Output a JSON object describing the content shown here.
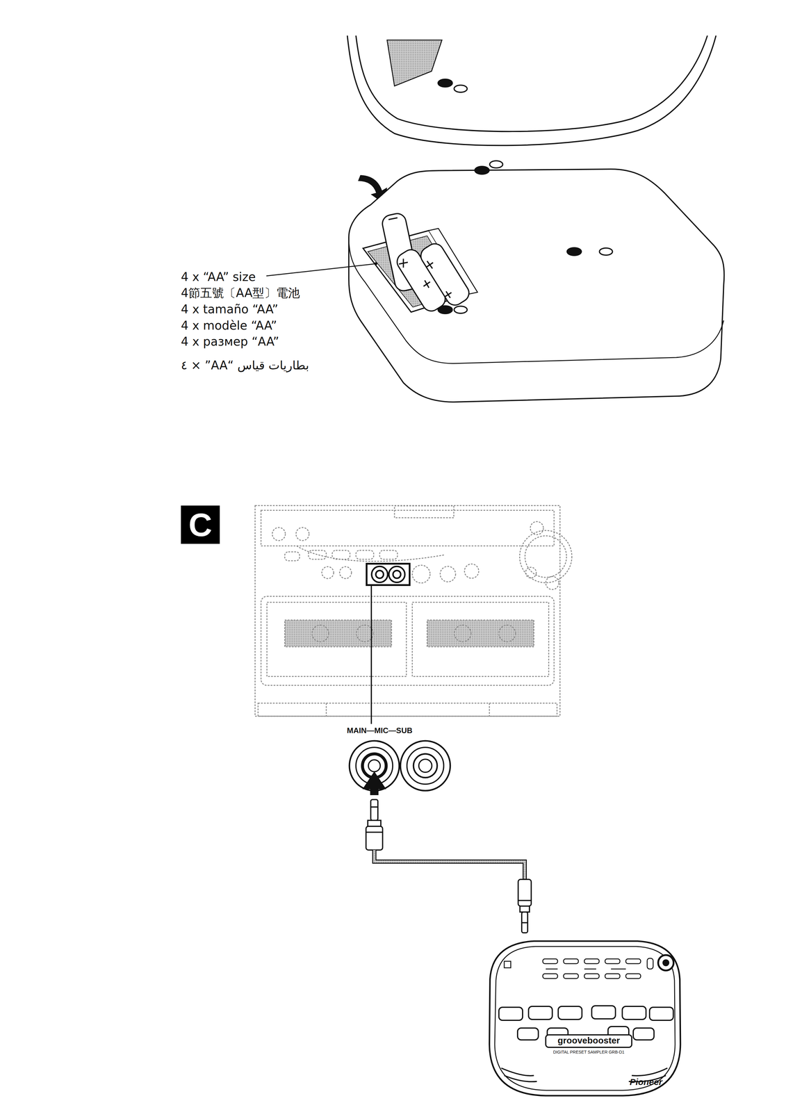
{
  "diagram": {
    "nodes": [
      {
        "text": [
          "C"
        ]
      }
    ],
    "labels": [
      "4 x “AA” size",
      "4節五號〔AA型〕電池",
      "4 x tamaño “AA”",
      "4 x modèle “AA”",
      "4 x размер “AA”",
      "بطاريات قياس “AA” × ٤",
      "MAIN—MIC—SUB",
      "groovebooster",
      "DIGITAL PRESET SAMPLER GRB-D1",
      "Pioneer"
    ]
  }
}
